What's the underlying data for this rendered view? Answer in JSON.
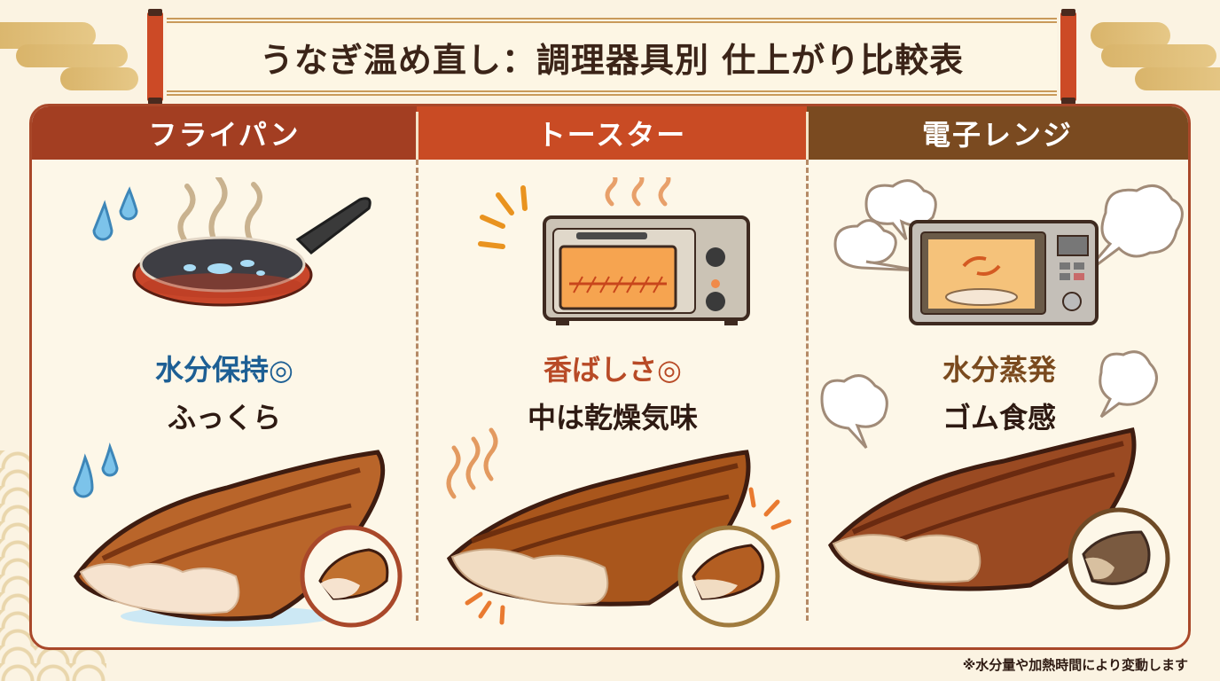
{
  "title": "うなぎ温め直し：調理器具別 仕上がり比較表",
  "columns": [
    {
      "header": "フライパン",
      "header_color": "#a33e22",
      "result_main": "水分保持◎",
      "result_main_color": "#1d5f94",
      "result_sub": "ふっくら",
      "appliance_icon": "frying-pan-icon",
      "accent_icons": [
        "water-drop-icon",
        "steam-icon"
      ],
      "closeup": "moist-eel-closeup"
    },
    {
      "header": "トースター",
      "header_color": "#c94b24",
      "result_main": "香ばしさ◎",
      "result_main_color": "#b84a26",
      "result_sub": "中は乾燥気味",
      "appliance_icon": "toaster-oven-icon",
      "accent_icons": [
        "heat-lines-icon",
        "steam-icon"
      ],
      "closeup": "crispy-eel-closeup"
    },
    {
      "header": "電子レンジ",
      "header_color": "#7a4a20",
      "result_main": "水分蒸発",
      "result_main_color": "#7a4a1e",
      "result_sub": "ゴム食感",
      "appliance_icon": "microwave-icon",
      "accent_icons": [
        "steam-cloud-icon"
      ],
      "closeup": "rubbery-eel-closeup"
    }
  ],
  "footnote": "※水分量や加熱時間により変動します",
  "colors": {
    "background": "#fbf3e2",
    "panel_border": "#a9482a",
    "scroll_rod": "#cc4a26",
    "gold_cloud": "#dcb873"
  }
}
